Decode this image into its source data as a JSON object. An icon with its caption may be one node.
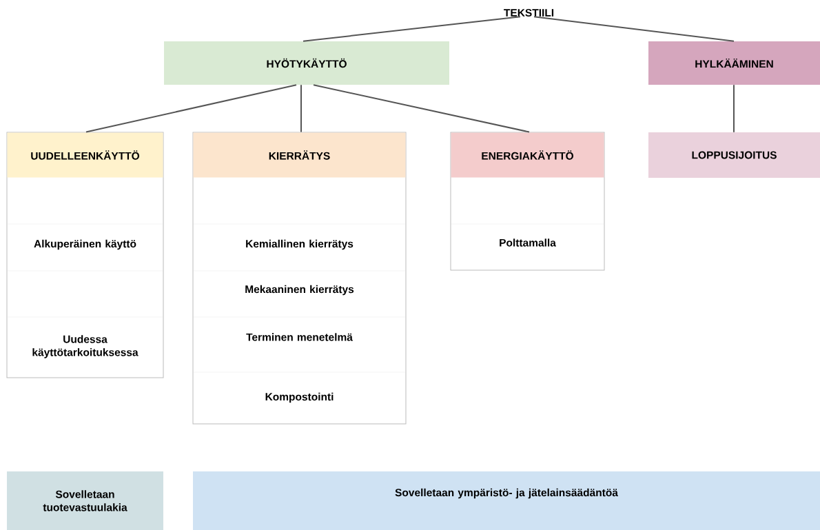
{
  "diagram": {
    "nodes": [
      {
        "text": [
          "TEKSTIILI"
        ]
      },
      {
        "text": [
          "HYÖTYKÄYTTÖ"
        ]
      },
      {
        "text": [
          "HYLKÄÄMINEN"
        ]
      },
      {
        "text": [
          "UUDELLEENKÄYTTÖ",
          "Alkuperäinen käyttö",
          "Uudessa käyttötarkoituksessa"
        ]
      },
      {
        "text": [
          "KIERRÄTYS",
          "Kemiallinen kierrätys",
          "Mekaaninen kierrätys",
          "Terminen menetelmä",
          "Kompostointi"
        ]
      },
      {
        "text": [
          "ENERGIAKÄYTTÖ",
          "Polttamalla"
        ]
      },
      {
        "text": [
          "LOPPUSIJOITUS"
        ]
      },
      {
        "text": [
          "Sovelletaan tuotevastuulakia"
        ]
      },
      {
        "text": [
          "Sovelletaan ympäristö- ja jätelainsäädäntöä"
        ]
      }
    ],
    "edges": [
      {
        "from": 0,
        "to": 1,
        "arrow": "none"
      },
      {
        "from": 0,
        "to": 2,
        "arrow": "none"
      },
      {
        "from": 1,
        "to": 3,
        "arrow": "none"
      },
      {
        "from": 1,
        "to": 4,
        "arrow": "none"
      },
      {
        "from": 1,
        "to": 5,
        "arrow": "none"
      },
      {
        "from": 2,
        "to": 6,
        "arrow": "none"
      }
    ]
  }
}
